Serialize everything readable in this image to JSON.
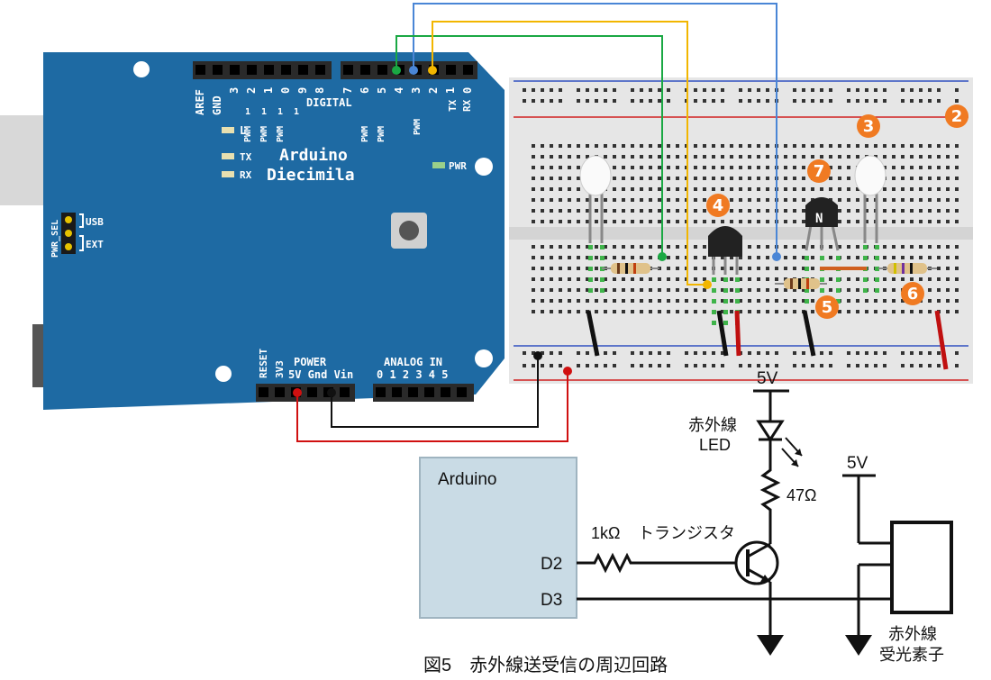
{
  "board": {
    "name_line1": "Arduino",
    "name_line2": "Diecimila",
    "digital_label": "DIGITAL",
    "left_header_labels": [
      "AREF",
      "GND",
      "3",
      "2",
      "1",
      "0",
      "9",
      "8"
    ],
    "left_header_subs": [
      "1",
      "1",
      "1",
      "1"
    ],
    "right_header_labels": [
      "7",
      "6",
      "5",
      "4",
      "3",
      "2",
      "1",
      "0"
    ],
    "pwm": "PWM",
    "tx_pin": "TX",
    "rx_pin": "RX",
    "led_l": "L",
    "led_tx": "TX",
    "led_rx": "RX",
    "pwr_led": "PWR",
    "pwr_sel": "PWR_SEL",
    "usb": "USB",
    "ext": "EXT",
    "reset": "RESET",
    "v3": "3V3",
    "power": "POWER",
    "power_pins": "5V Gnd Vin",
    "analog_in": "ANALOG IN",
    "analog_pins": "0 1 2 3 4 5"
  },
  "markers": [
    "2",
    "3",
    "4",
    "5",
    "6",
    "7"
  ],
  "transistor_mark": "N",
  "schematic": {
    "box_label": "Arduino",
    "d2": "D2",
    "d3": "D3",
    "v5_led": "5V",
    "ir_led_line1": "赤外線",
    "ir_led_line2": "LED",
    "resistor_47": "47Ω",
    "resistor_1k": "1kΩ",
    "transistor": "トランジスタ",
    "v5_recv": "5V",
    "receiver_line1": "赤外線",
    "receiver_line2": "受光素子"
  },
  "caption": "図5　赤外線送受信の周辺回路",
  "colors": {
    "board": "#1e6aa3",
    "wire_green": "#1aa843",
    "wire_blue": "#4a86d6",
    "wire_yellow": "#f2b600",
    "wire_red": "#d01010",
    "wire_black": "#111111",
    "marker": "#f07a22",
    "schematic_box": "#c9dbe5"
  }
}
